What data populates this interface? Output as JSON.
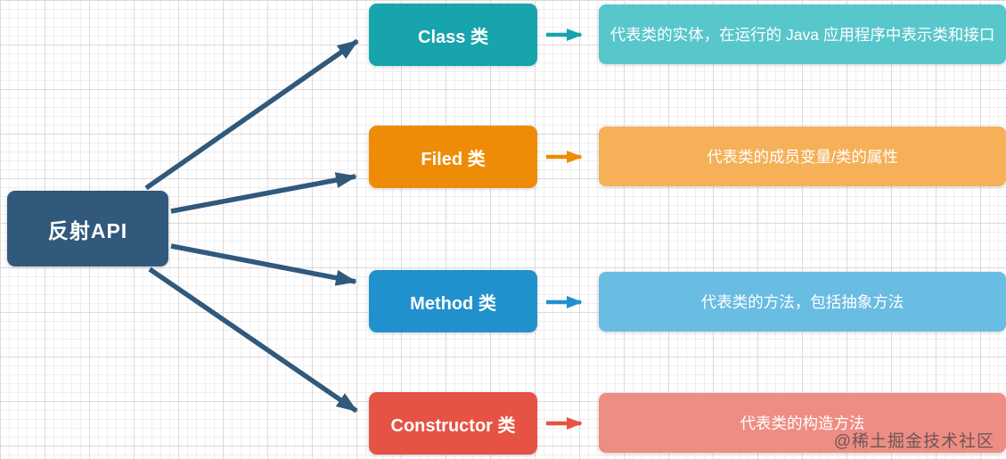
{
  "diagram": {
    "title_hint": "Java 反射 API 结构图",
    "root": {
      "label": "反射API",
      "color": "#31597B"
    },
    "arrow_color": "#31597B",
    "rows": [
      {
        "id": "class",
        "label": "Class 类",
        "description": "代表类的实体，在运行的 Java 应用程序中表示类和接口",
        "color": "#17A4AC",
        "light_color": "#58C7CB"
      },
      {
        "id": "field",
        "label": "Filed 类",
        "description": "代表类的成员变量/类的属性",
        "color": "#EE8C07",
        "light_color": "#F5B058"
      },
      {
        "id": "method",
        "label": "Method 类",
        "description": "代表类的方法，包括抽象方法",
        "color": "#2191CE",
        "light_color": "#69BCE2"
      },
      {
        "id": "constructor",
        "label": "Constructor 类",
        "description": "代表类的构造方法",
        "color": "#E65243",
        "light_color": "#EE8D84"
      }
    ]
  },
  "watermark": {
    "text": "@稀土掘金技术社区"
  }
}
